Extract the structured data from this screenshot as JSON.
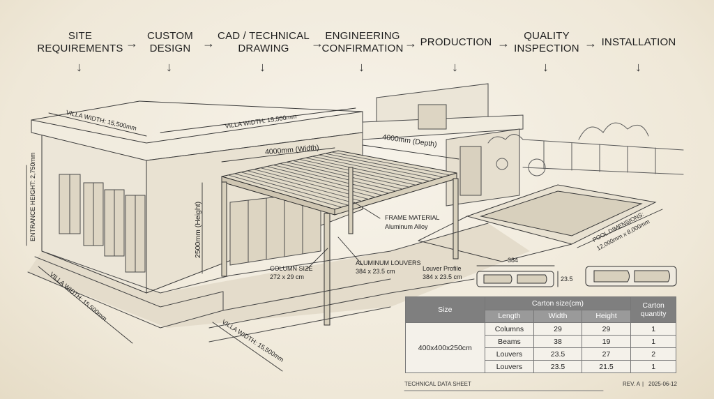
{
  "workflow": {
    "steps": [
      {
        "line1": "SITE",
        "line2": "REQUIREMENTS"
      },
      {
        "line1": "CUSTOM",
        "line2": "DESIGN"
      },
      {
        "line1": "CAD / TECHNICAL",
        "line2": "DRAWING"
      },
      {
        "line1": "ENGINEERING",
        "line2": "CONFIRMATION"
      },
      {
        "line1": "PRODUCTION",
        "line2": ""
      },
      {
        "line1": "QUALITY",
        "line2": "INSPECTION"
      },
      {
        "line1": "INSTALLATION",
        "line2": ""
      }
    ],
    "arrow": "→",
    "down_arrow": "↓"
  },
  "annotations": {
    "villa_width_top_left": "VILLA WIDTH: 15,500mm",
    "villa_width_top_right": "VILLA WIDTH: 15,500mm",
    "villa_width_bottom_left": "VILLA WIDTH: 15,500mm",
    "villa_width_bottom_right": "VILLA WIDTH: 15,500mm",
    "entrance_height": "ENTRANCE HEIGHT: 2,750mm",
    "pergola_width": "4000mm (Width)",
    "pergola_depth": "4000mm (Depth)",
    "pergola_height": "2500mm (Height)",
    "frame_material_title": "FRAME MATERIAL",
    "frame_material_value": "Aluminum Alloy",
    "column_size_title": "COLUMN SIZE",
    "column_size_value": "272 x 29 cm",
    "louvers_title": "ALUMINUM LOUVERS",
    "louvers_value": "384 x 23.5 cm",
    "louver_profile_title": "Louver Profile",
    "louver_profile_value": "384 x 23.5 cm",
    "profile_length": "384",
    "profile_height": "23.5",
    "pool_dimensions_1": "POOL DIMENSIONS:",
    "pool_dimensions_2": "12,000mm x 8,000mm"
  },
  "table": {
    "size_header": "Size",
    "carton_header": "Carton size(cm)",
    "quantity_header": "Carton quantity",
    "col_length": "Length",
    "col_width": "Width",
    "col_height": "Height",
    "size_value": "400x400x250cm",
    "rows": [
      {
        "part": "Columns",
        "width": "29",
        "height": "29",
        "qty": "1"
      },
      {
        "part": "Beams",
        "width": "38",
        "height": "19",
        "qty": "1"
      },
      {
        "part": "Louvers",
        "width": "23.5",
        "height": "27",
        "qty": "2"
      },
      {
        "part": "Louvers",
        "width": "23.5",
        "height": "21.5",
        "qty": "1"
      }
    ]
  },
  "footer": {
    "left": "TECHNICAL DATA SHEET",
    "rev": "REV. A",
    "sep": "|",
    "date": "2025-06-12"
  }
}
